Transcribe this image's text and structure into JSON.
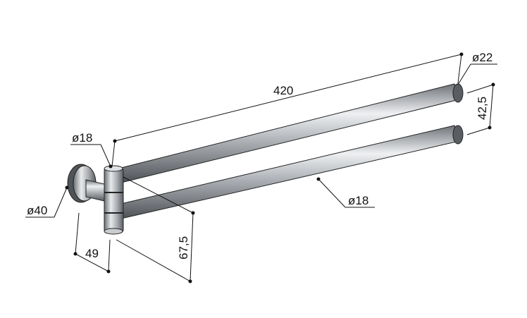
{
  "drawing": {
    "title": "Swivel double towel rail dimensions",
    "dimensions": {
      "length": "420",
      "end_cap_diameter": "ø22",
      "bar_spacing": "42,5",
      "hinge_diameter": "ø18",
      "rosette_diameter": "ø40",
      "wall_projection": "49",
      "lower_offset": "67,5",
      "bar_diameter": "ø18"
    },
    "colors": {
      "metal_light": "#e6e8ea",
      "metal_dark": "#5d6166",
      "line": "#111111"
    }
  }
}
